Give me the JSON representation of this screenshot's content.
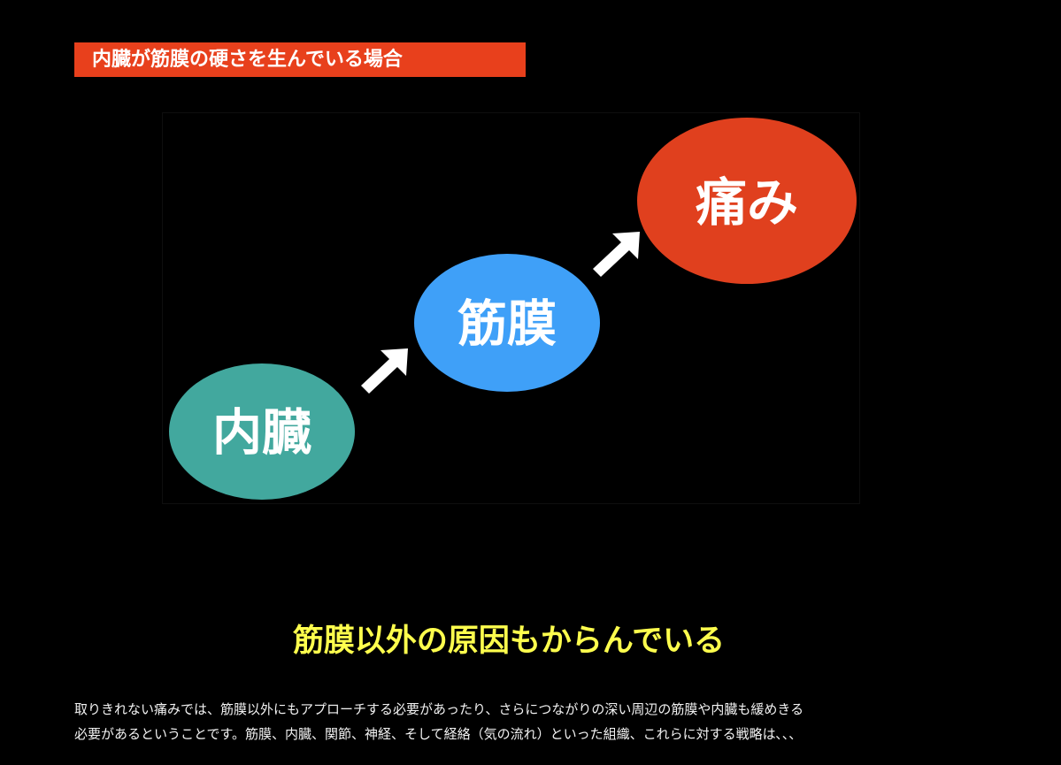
{
  "banner": {
    "title": "内臓が筋膜の硬さを生んでいる場合",
    "color": "#e8401c"
  },
  "diagram": {
    "nodes": [
      {
        "label": "内臓",
        "color": "#42a89e"
      },
      {
        "label": "筋膜",
        "color": "#3fa0f8"
      },
      {
        "label": "痛み",
        "color": "#e0401e"
      }
    ],
    "arrows": [
      "arrow-icon",
      "arrow-icon"
    ]
  },
  "heading": {
    "text": "筋膜以外の原因もからんでいる",
    "color": "#ffff4d"
  },
  "body": {
    "lines": [
      "取りきれない痛みでは、筋膜以外にもアプローチする必要があったり、さらにつながりの深い周辺の筋膜や内臓も緩めきる",
      "必要があるということです。筋膜、内臓、関節、神経、そして経絡（気の流れ）といった組織、これらに対する戦略は､､､"
    ]
  }
}
